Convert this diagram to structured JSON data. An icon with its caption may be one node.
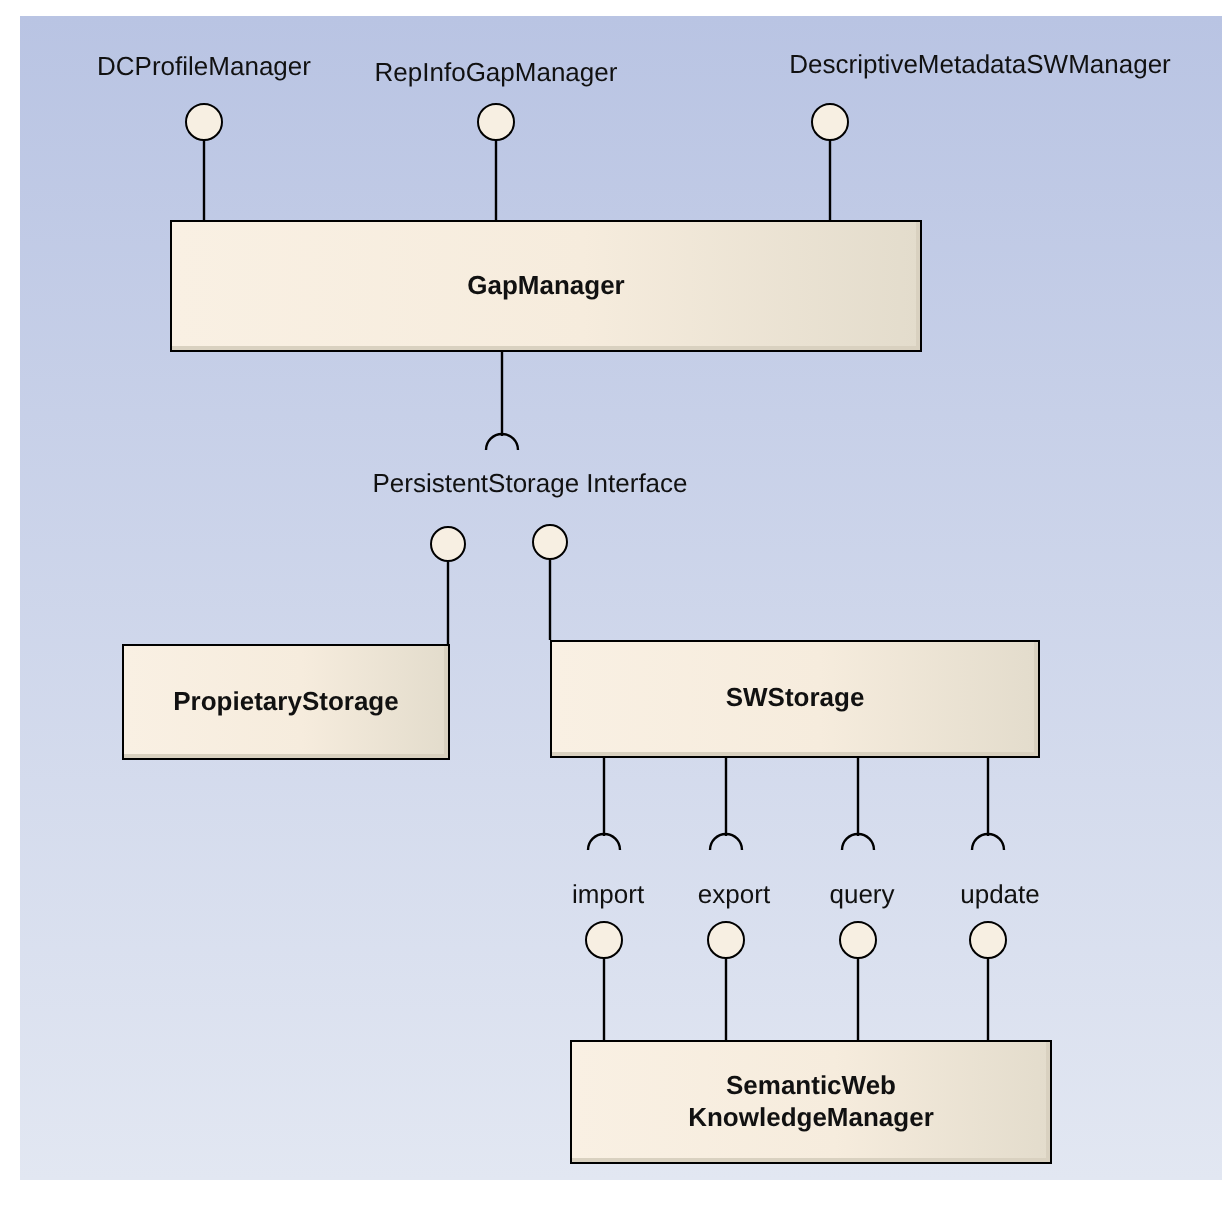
{
  "diagram": {
    "nodes": [
      {
        "text": [
          "DCProfileManager"
        ]
      },
      {
        "text": [
          "RepInfoGapManager"
        ]
      },
      {
        "text": [
          "DescriptiveMetadataSWManager"
        ]
      },
      {
        "text": [
          "GapManager"
        ]
      },
      {
        "text": [
          "PersistentStorage Interface"
        ]
      },
      {
        "text": [],
        "shape": "circle"
      },
      {
        "text": [],
        "shape": "circle"
      },
      {
        "text": [
          "PropietaryStorage"
        ]
      },
      {
        "text": [
          "SWStorage"
        ]
      },
      {
        "text": [
          "import"
        ]
      },
      {
        "text": [
          "export"
        ]
      },
      {
        "text": [
          "query"
        ]
      },
      {
        "text": [
          "update"
        ]
      },
      {
        "text": [
          "SemanticWeb KnowledgeManager"
        ]
      }
    ],
    "edges": [
      {
        "from": 3,
        "to": 0,
        "arrow": "none"
      },
      {
        "from": 3,
        "to": 1,
        "arrow": "none"
      },
      {
        "from": 3,
        "to": 2,
        "arrow": "none"
      },
      {
        "from": 3,
        "to": 4,
        "arrow": "other"
      },
      {
        "from": 7,
        "to": 5,
        "arrow": "none"
      },
      {
        "from": 8,
        "to": 6,
        "arrow": "none"
      },
      {
        "from": 8,
        "to": 9,
        "arrow": "other"
      },
      {
        "from": 8,
        "to": 10,
        "arrow": "other"
      },
      {
        "from": 8,
        "to": 11,
        "arrow": "other"
      },
      {
        "from": 8,
        "to": 12,
        "arrow": "other"
      },
      {
        "from": 13,
        "to": 9,
        "arrow": "none"
      },
      {
        "from": 13,
        "to": 10,
        "arrow": "none"
      },
      {
        "from": 13,
        "to": 11,
        "arrow": "none"
      },
      {
        "from": 13,
        "to": 12,
        "arrow": "none"
      }
    ]
  }
}
